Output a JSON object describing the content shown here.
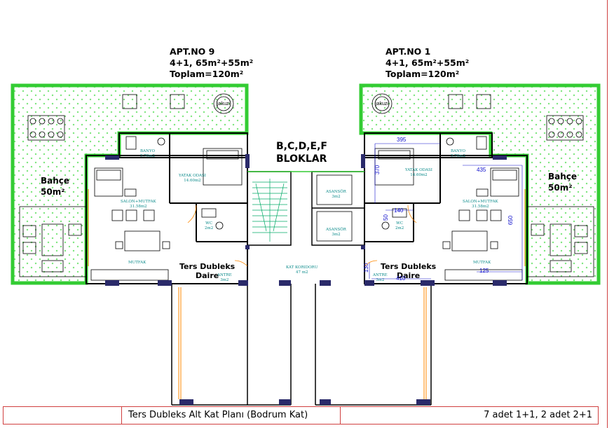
{
  "apartments": [
    {
      "no": "APT.NO 9",
      "type": "4+1, 65m²+55m²",
      "total": "Toplam=120m²"
    },
    {
      "no": "APT.NO 1",
      "type": "4+1, 65m²+55m²",
      "total": "Toplam=120m²"
    }
  ],
  "blocks": {
    "line1": "B,C,D,E,F",
    "line2": "BLOKLAR"
  },
  "garden": {
    "label": "Bahçe",
    "area": "50m²"
  },
  "jakuzi": "jakuzi",
  "unit_label": {
    "line1": "Ters Dubleks",
    "line2": "Daire"
  },
  "rooms": {
    "banyo": "BANYO",
    "banyo_area": "5.70m2",
    "yatak": "YATAK ODASI",
    "yatak_area": "14.60m2",
    "salon": "SALON+MUTFAK",
    "salon_area": "31.58m2",
    "wc": "WC",
    "wc_area": "2m2",
    "mutfak": "MUTFAK",
    "antre": "ANTRE",
    "antre_area": "3m2",
    "asansor": "ASANSÖR",
    "asansor_area": "3m2",
    "koridor": "KAT KORIDORU",
    "koridor_area": "47 m2"
  },
  "dimensions": {
    "d1": "395",
    "d2": "370",
    "d3": "435",
    "d4": "140",
    "d5": "650",
    "d6": "50",
    "d7": "130",
    "d8": "410",
    "d9": "125"
  },
  "footer": {
    "title": "Ters Dubleks Alt Kat Planı (Bodrum Kat)",
    "units": "7 adet 1+1, 2 adet 2+1"
  },
  "colors": {
    "garden": "#33cc33",
    "wall": "#000000",
    "stair": "#00aa66",
    "window": "#2a2a6a",
    "door": "#ff8800",
    "frame": "#d04040"
  }
}
